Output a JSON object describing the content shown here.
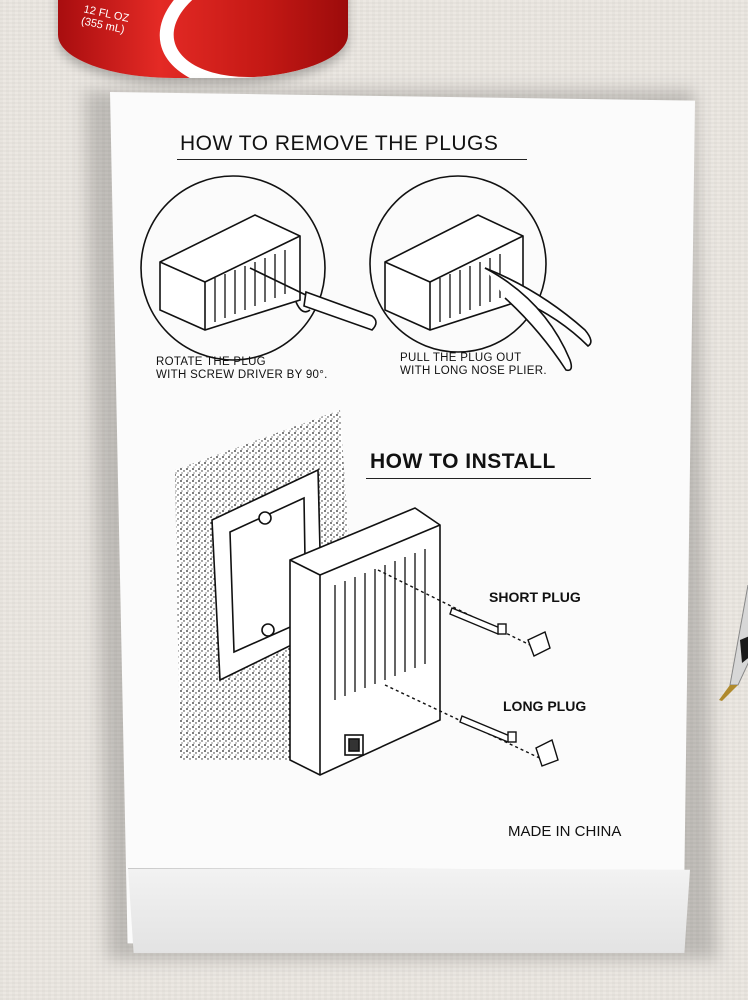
{
  "can": {
    "text_line1": "12 FL OZ",
    "text_line2": "(355 mL)"
  },
  "box": {
    "remove_title": "HOW TO REMOVE THE PLUGS",
    "step1_line1": "ROTATE THE PLUG",
    "step1_line2": "WITH SCREW DRIVER BY 90°.",
    "step2_line1": "PULL THE PLUG OUT",
    "step2_line2": "WITH LONG NOSE PLIER.",
    "install_title": "HOW TO INSTALL",
    "short_plug": "SHORT PLUG",
    "long_plug": "LONG PLUG",
    "origin": "MADE IN CHINA"
  }
}
